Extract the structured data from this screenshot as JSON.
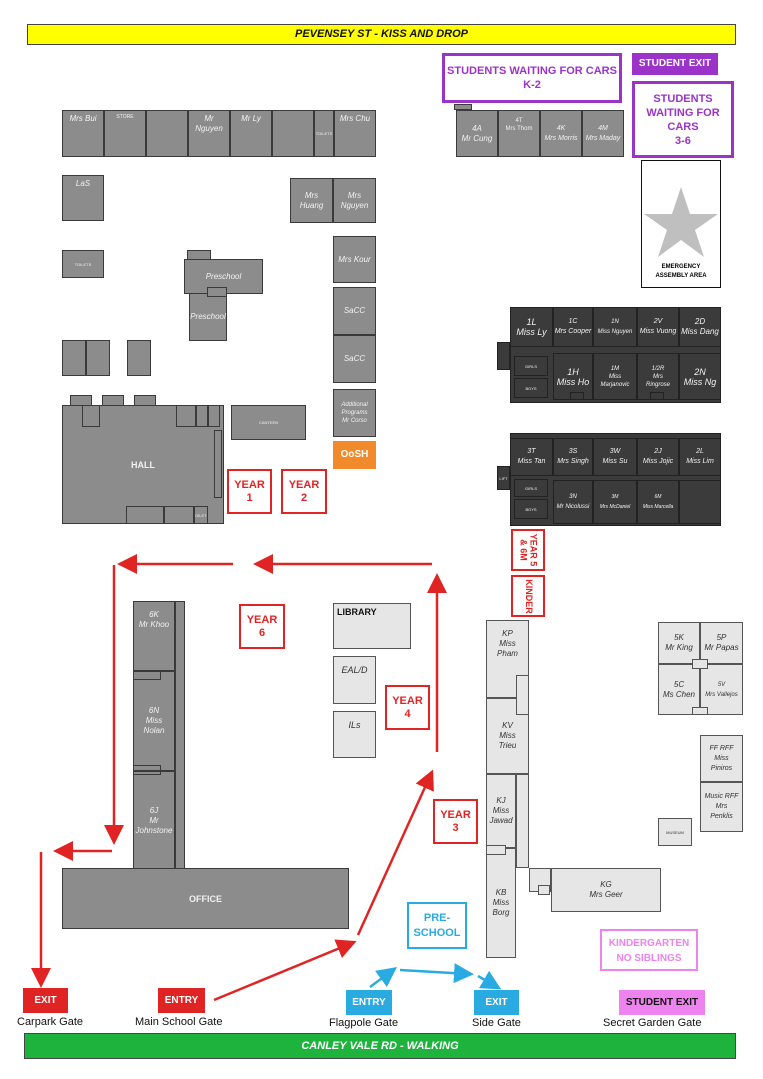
{
  "top_banner": "PEVENSEY ST - KISS AND DROP",
  "bottom_banner": "CANLEY VALE RD - WALKING",
  "waiting_k2": "STUDENTS WAITING FOR CARS\nK-2",
  "student_exit_top": "STUDENT EXIT",
  "waiting_36": "STUDENTS\nWAITING FOR\nCARS\n3-6",
  "emergency": "EMERGENCY\nASSEMBLY AREA",
  "rooms": {
    "mrs_bui": "Mrs Bui",
    "store": "STORE",
    "mr_nguyen": "Mr\nNguyen",
    "mr_ly": "Mr Ly",
    "toilets_small": "TOILETS",
    "mrs_chu": "Mrs Chu",
    "las": "LaS",
    "mrs_huang": "Mrs\nHuang",
    "mrs_nguyen": "Mrs\nNguyen",
    "toilets": "TOILETS",
    "preschool_a": "Preschool",
    "preschool_b": "Preschool",
    "mrs_kour": "Mrs Kour",
    "sacc_a": "SaCC",
    "sacc_b": "SaCC",
    "additional": "Additional\nPrograms\nMr Corso",
    "oosh": "OoSH",
    "hall": "HALL",
    "canteen": "CANTEEN",
    "toilets_hall": "TOILETS",
    "r4a": "4A\nMr Cung",
    "r4t": "4T\nMrs Thom",
    "r4k": "4K\nMrs Morris",
    "r4m": "4M\nMrs Maday",
    "r1l": "1L\nMiss Ly",
    "r1c": "1C\nMrs Cooper",
    "r1n": "1N\nMiss Nguyen",
    "r2v": "2V\nMiss Vuong",
    "r2d": "2D\nMiss Dang",
    "r1h": "1H\nMiss Ho",
    "r1m": "1M\nMiss\nMarjanovic",
    "r12r": "1/2R\nMrs\nRingrose",
    "r2n": "2N\nMiss Ng",
    "girls1": "GIRLS",
    "boys1": "BOYS",
    "r3t": "3T\nMiss Tan",
    "r3s": "3S\nMrs Singh",
    "r3w": "3W\nMiss Su",
    "r2j": "2J\nMiss Jojic",
    "r2l": "2L\nMiss Lim",
    "r3n": "3N\nMr Nicolussi",
    "r3m": "3M\nMrs McDaniel",
    "r6m": "6M\nMiss Marcella",
    "girls2": "GIRLS",
    "boys2": "BOYS",
    "lift": "LIFT",
    "r6k": "6K\nMr Khoo",
    "r6n": "6N\nMiss\nNolan",
    "r6j": "6J\nMr\nJohnstone",
    "office": "OFFICE",
    "library": "LIBRARY",
    "eald": "EAL/D",
    "ils": "ILs",
    "kp": "KP\nMiss\nPham",
    "kv": "KV\nMiss\nTrieu",
    "kj": "KJ\nMiss\nJawad",
    "kb": "KB\nMiss\nBorg",
    "kg": "KG\nMrs Geer",
    "r5k": "5K\nMr King",
    "r5p": "5P\nMr Papas",
    "r5c": "5C\nMs Chen",
    "r5v": "5V\nMrs Vallejos",
    "ff_rff": "FF RFF\nMiss\nPiniros",
    "music_rff": "Music RFF\nMrs\nPenklis",
    "museum": "MUSEUM"
  },
  "year_labels": {
    "y1": "YEAR\n1",
    "y2": "YEAR\n2",
    "y6": "YEAR\n6",
    "y4": "YEAR\n4",
    "y3": "YEAR\n3",
    "y5": "YEAR 5\n& 6M",
    "kinder": "KINDER",
    "preschool": "PRE-\nSCHOOL",
    "kinder_no_sib": "KINDERGARTEN\nNO SIBLINGS"
  },
  "gates": [
    {
      "button": "EXIT",
      "name": "Carpark Gate",
      "color": "#e02424"
    },
    {
      "button": "ENTRY",
      "name": "Main School Gate",
      "color": "#e02424"
    },
    {
      "button": "ENTRY",
      "name": "Flagpole Gate",
      "color": "#29abe2"
    },
    {
      "button": "EXIT",
      "name": "Side Gate",
      "color": "#29abe2"
    },
    {
      "button": "STUDENT EXIT",
      "name": "Secret Garden Gate",
      "color": "#ee82ee"
    }
  ],
  "colors": {
    "red": "#e02424",
    "blue": "#29abe2",
    "purple": "#9b33c9",
    "pink": "#ee82ee",
    "yellow": "#ffff00",
    "green": "#1db33c",
    "orange": "#f08a2a"
  }
}
